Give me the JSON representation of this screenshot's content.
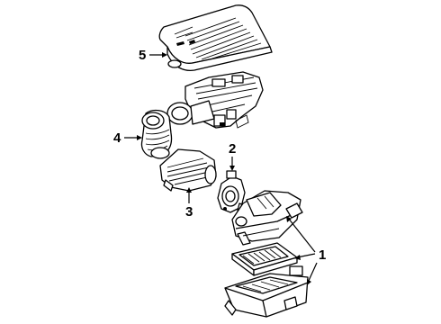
{
  "callouts": {
    "c1": "1",
    "c2": "2",
    "c3": "3",
    "c4": "4",
    "c5": "5"
  },
  "icons": {
    "engine_cover": "engine-cover-icon",
    "throttle_body": "throttle-body-icon",
    "intake_duct": "intake-duct-icon",
    "resonator": "resonator-icon",
    "mass_airflow_sensor": "mass-airflow-sensor-icon",
    "air_cleaner_cover": "air-cleaner-cover-icon",
    "air_filter": "air-filter-icon",
    "air_cleaner_housing": "air-cleaner-housing-icon"
  }
}
